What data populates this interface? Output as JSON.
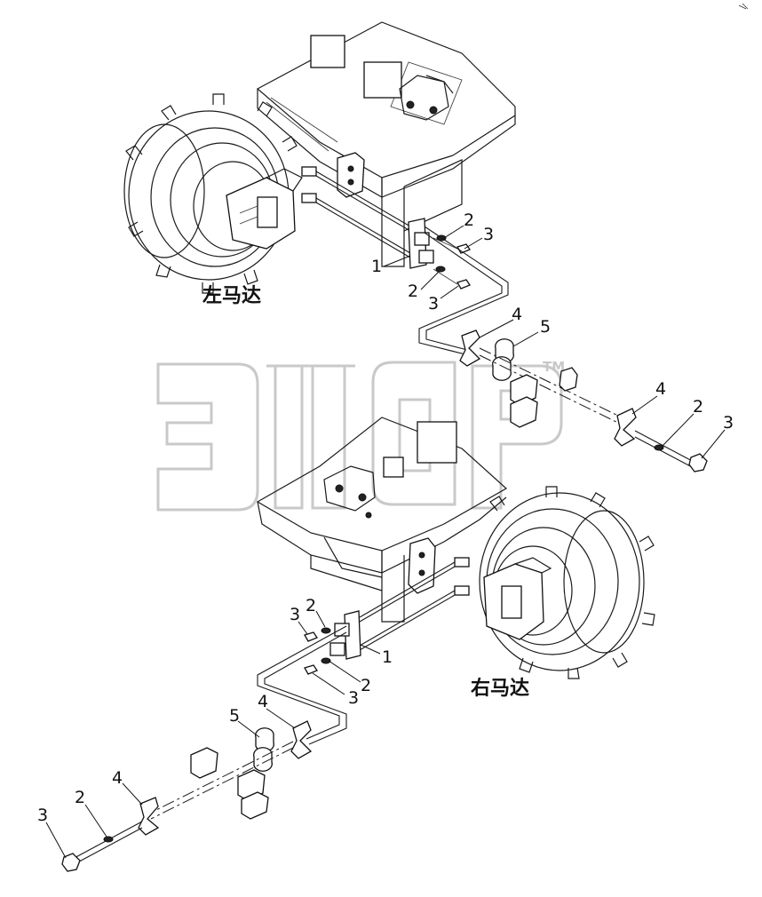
{
  "captions": {
    "left_motor": "左马达",
    "right_motor": "右马达"
  },
  "watermark": {
    "trademark": "TM",
    "color": "#c9c9c9"
  },
  "callouts": {
    "top_1": "1",
    "top_2a": "2",
    "top_3a": "3",
    "top_2b": "2",
    "top_3b": "3",
    "top_4a": "4",
    "top_5": "5",
    "top_4b": "4",
    "top_2c": "2",
    "top_3c": "3",
    "bot_3a": "3",
    "bot_2a": "2",
    "bot_1": "1",
    "bot_2b": "2",
    "bot_3b": "3",
    "bot_5": "5",
    "bot_4a": "4",
    "bot_4b": "4",
    "bot_2c": "2",
    "bot_3c": "3"
  }
}
